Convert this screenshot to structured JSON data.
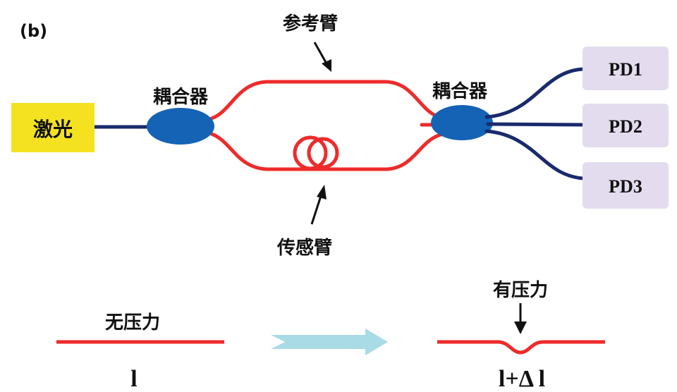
{
  "panel_label": "(b)",
  "laser": {
    "label": "激光",
    "color": "#f4e221"
  },
  "coupler_left": {
    "label": "耦合器"
  },
  "coupler_right": {
    "label": "耦合器"
  },
  "reference_arm": {
    "label": "参考臂"
  },
  "sensing_arm": {
    "label": "传感臂"
  },
  "detectors": [
    {
      "label": "PD1"
    },
    {
      "label": "PD2"
    },
    {
      "label": "PD3"
    }
  ],
  "no_pressure": {
    "label": "无压力",
    "length_symbol": "l"
  },
  "with_pressure": {
    "label": "有压力",
    "length_symbol": "l+Δ l"
  },
  "colors": {
    "fiber_red": "#ee2b2b",
    "fiber_navy": "#1a2a6c",
    "coupler_blue": "#1463b5",
    "detector_fill": "#e3dcee",
    "arrow_cyan": "#a9dbe6"
  }
}
